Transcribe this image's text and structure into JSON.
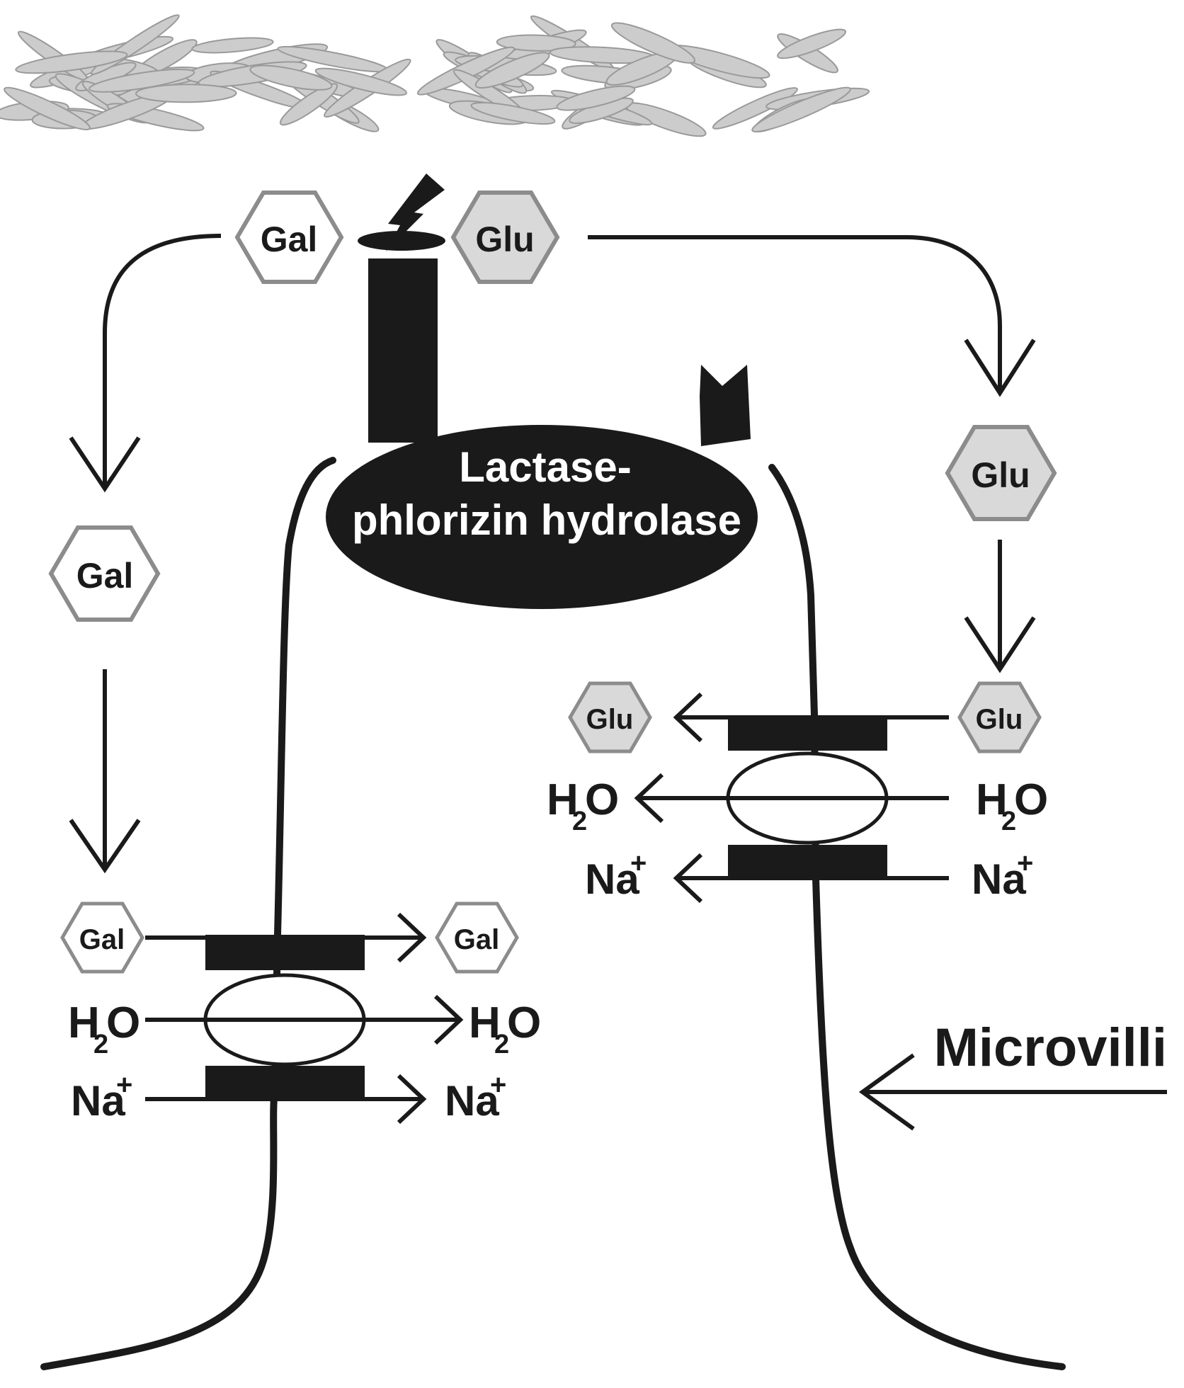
{
  "enzyme": {
    "label_line1": "Lactase-",
    "label_line2": "phlorizin hydrolase"
  },
  "top": {
    "gal": "Gal",
    "glu": "Glu"
  },
  "left_path": {
    "gal_mid": "Gal",
    "gal_in": "Gal",
    "gal_out": "Gal",
    "h2o_in_main": "H",
    "h2o_in_sub": "2",
    "h2o_in_o": "O",
    "h2o_out_main": "H",
    "h2o_out_sub": "2",
    "h2o_out_o": "O",
    "na_in": "Na",
    "na_in_sup": "+",
    "na_out": "Na",
    "na_out_sup": "+"
  },
  "right_path": {
    "glu_mid": "Glu",
    "glu_in": "Glu",
    "glu_out": "Glu",
    "h2o_in_main": "H",
    "h2o_in_sub": "2",
    "h2o_in_o": "O",
    "h2o_out_main": "H",
    "h2o_out_sub": "2",
    "h2o_out_o": "O",
    "na_in": "Na",
    "na_in_sup": "+",
    "na_out": "Na",
    "na_out_sup": "+"
  },
  "microvilli_label": "Microvilli",
  "colors": {
    "ink": "#1a1a1a",
    "glucose_fill": "#d9d9d9",
    "hexagon_stroke": "#8c8c8c",
    "crystal_fill": "#cccccc",
    "crystal_stroke": "#9a9a9a"
  }
}
